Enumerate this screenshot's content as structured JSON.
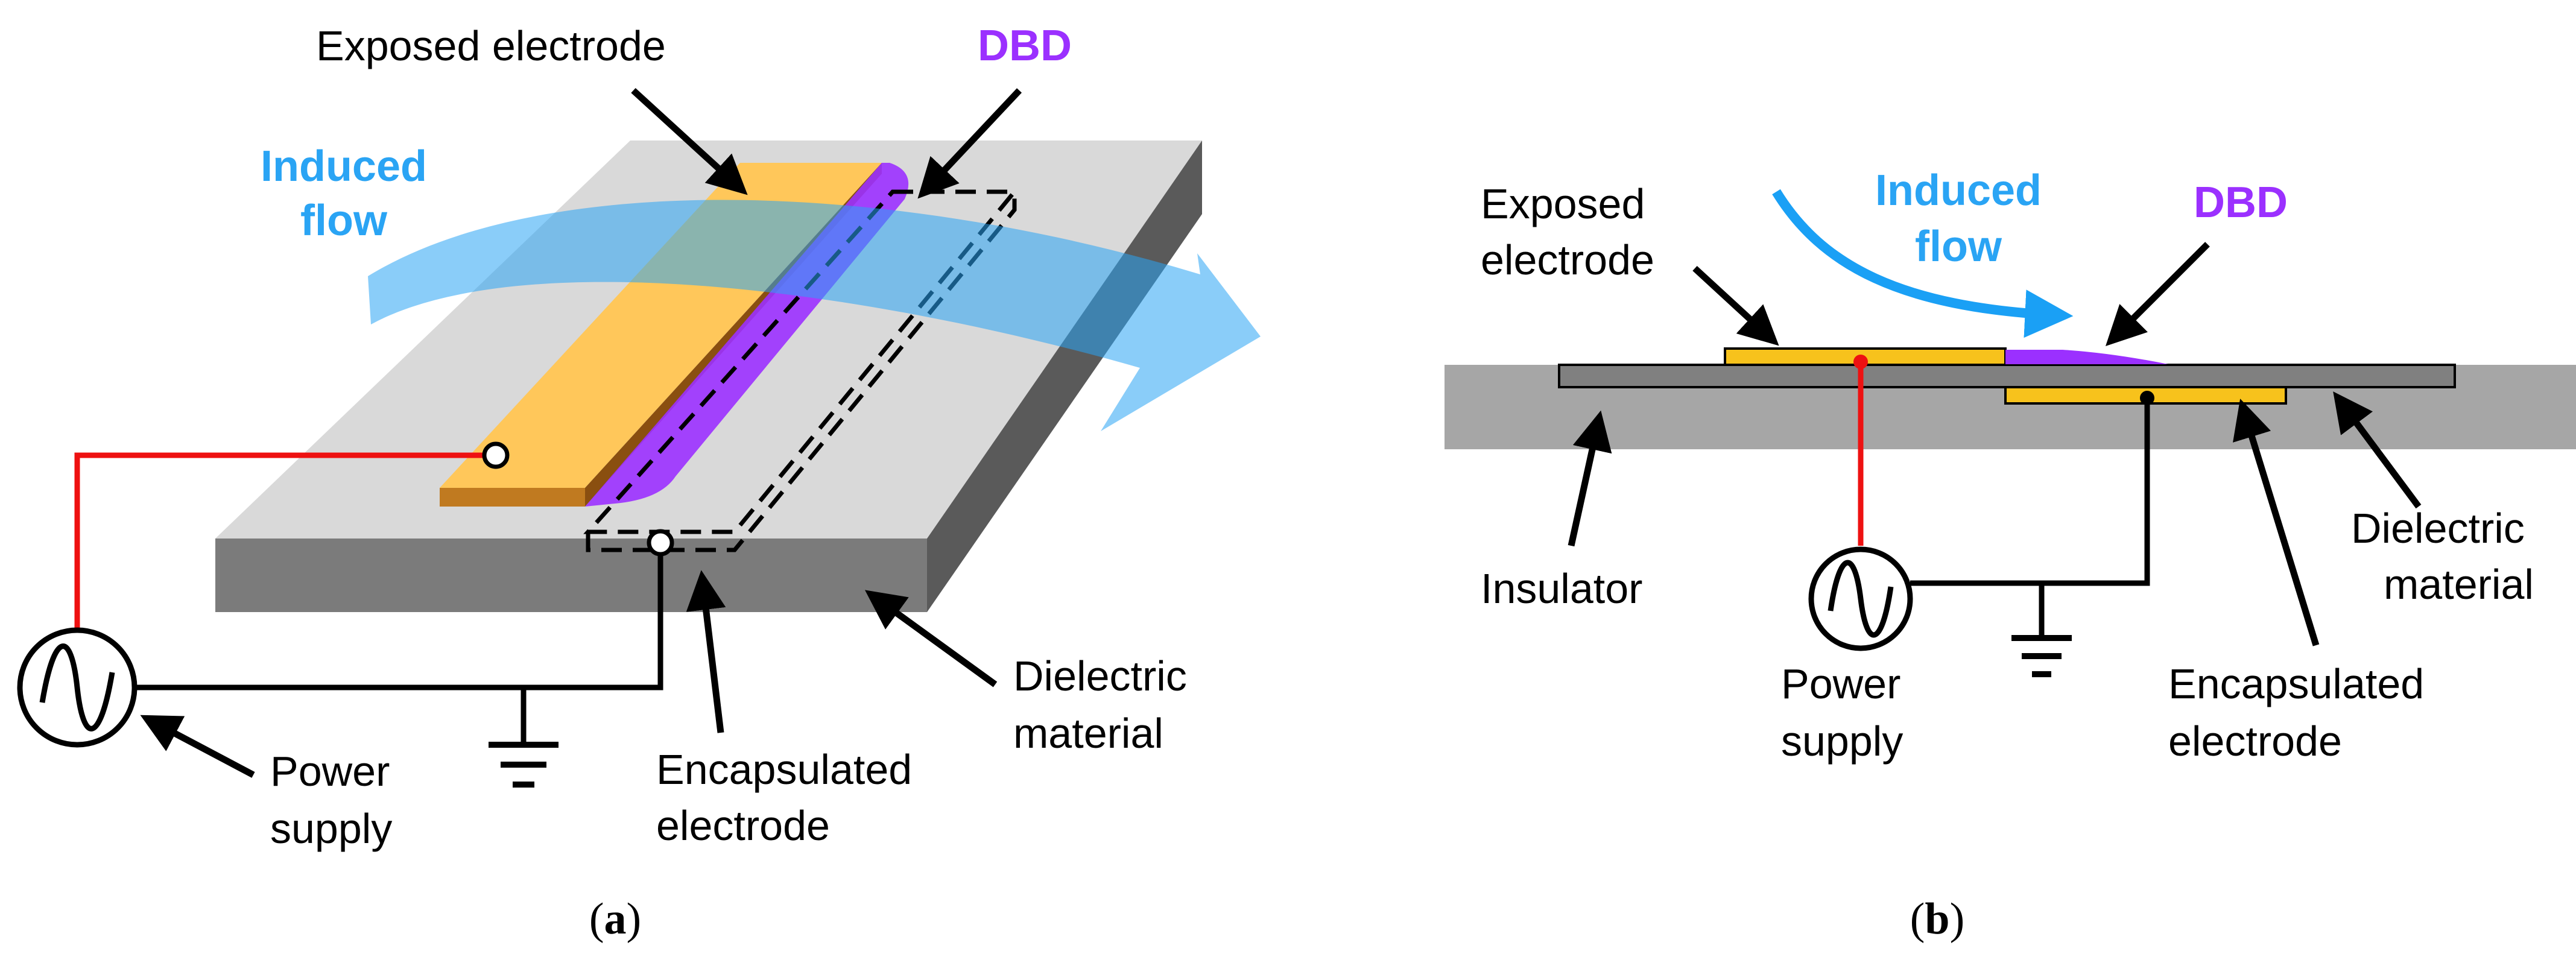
{
  "colors": {
    "electrode_exposed": "#ffc75a",
    "electrode_edge": "#c07a20",
    "encapsulated_electrode_b": "#f7c21c",
    "dbd": "#9b30ff",
    "induced_flow": "#2aa4f4",
    "dielectric_top": "#d9d9d9",
    "dielectric_side": "#7b7b7b",
    "dielectric_right": "#5a5a5a",
    "insulator": "#a6a6a6",
    "dielectric_layer_b": "#808080",
    "wire_red": "#ee1111",
    "wire_black": "#000000"
  },
  "icons": {
    "power_supply": "ac-sine-source-icon",
    "ground": "ground-symbol-icon"
  },
  "panel_a": {
    "caption_open": "(",
    "caption_letter": "a",
    "caption_close": ")",
    "labels": {
      "exposed_electrode": "Exposed electrode",
      "dbd": "DBD",
      "induced_flow_line1": "Induced",
      "induced_flow_line2": "flow",
      "dielectric_line1": "Dielectric",
      "dielectric_line2": "material",
      "encapsulated_line1": "Encapsulated",
      "encapsulated_line2": "electrode",
      "power_line1": "Power",
      "power_line2": "supply"
    }
  },
  "panel_b": {
    "caption_open": "(",
    "caption_letter": "b",
    "caption_close": ")",
    "labels": {
      "exposed_line1": "Exposed",
      "exposed_line2": "electrode",
      "induced_flow_line1": "Induced",
      "induced_flow_line2": "flow",
      "dbd": "DBD",
      "insulator": "Insulator",
      "dielectric_line1": "Dielectric",
      "dielectric_line2": "material",
      "encapsulated_line1": "Encapsulated",
      "encapsulated_line2": "electrode",
      "power_line1": "Power",
      "power_line2": "supply"
    }
  }
}
